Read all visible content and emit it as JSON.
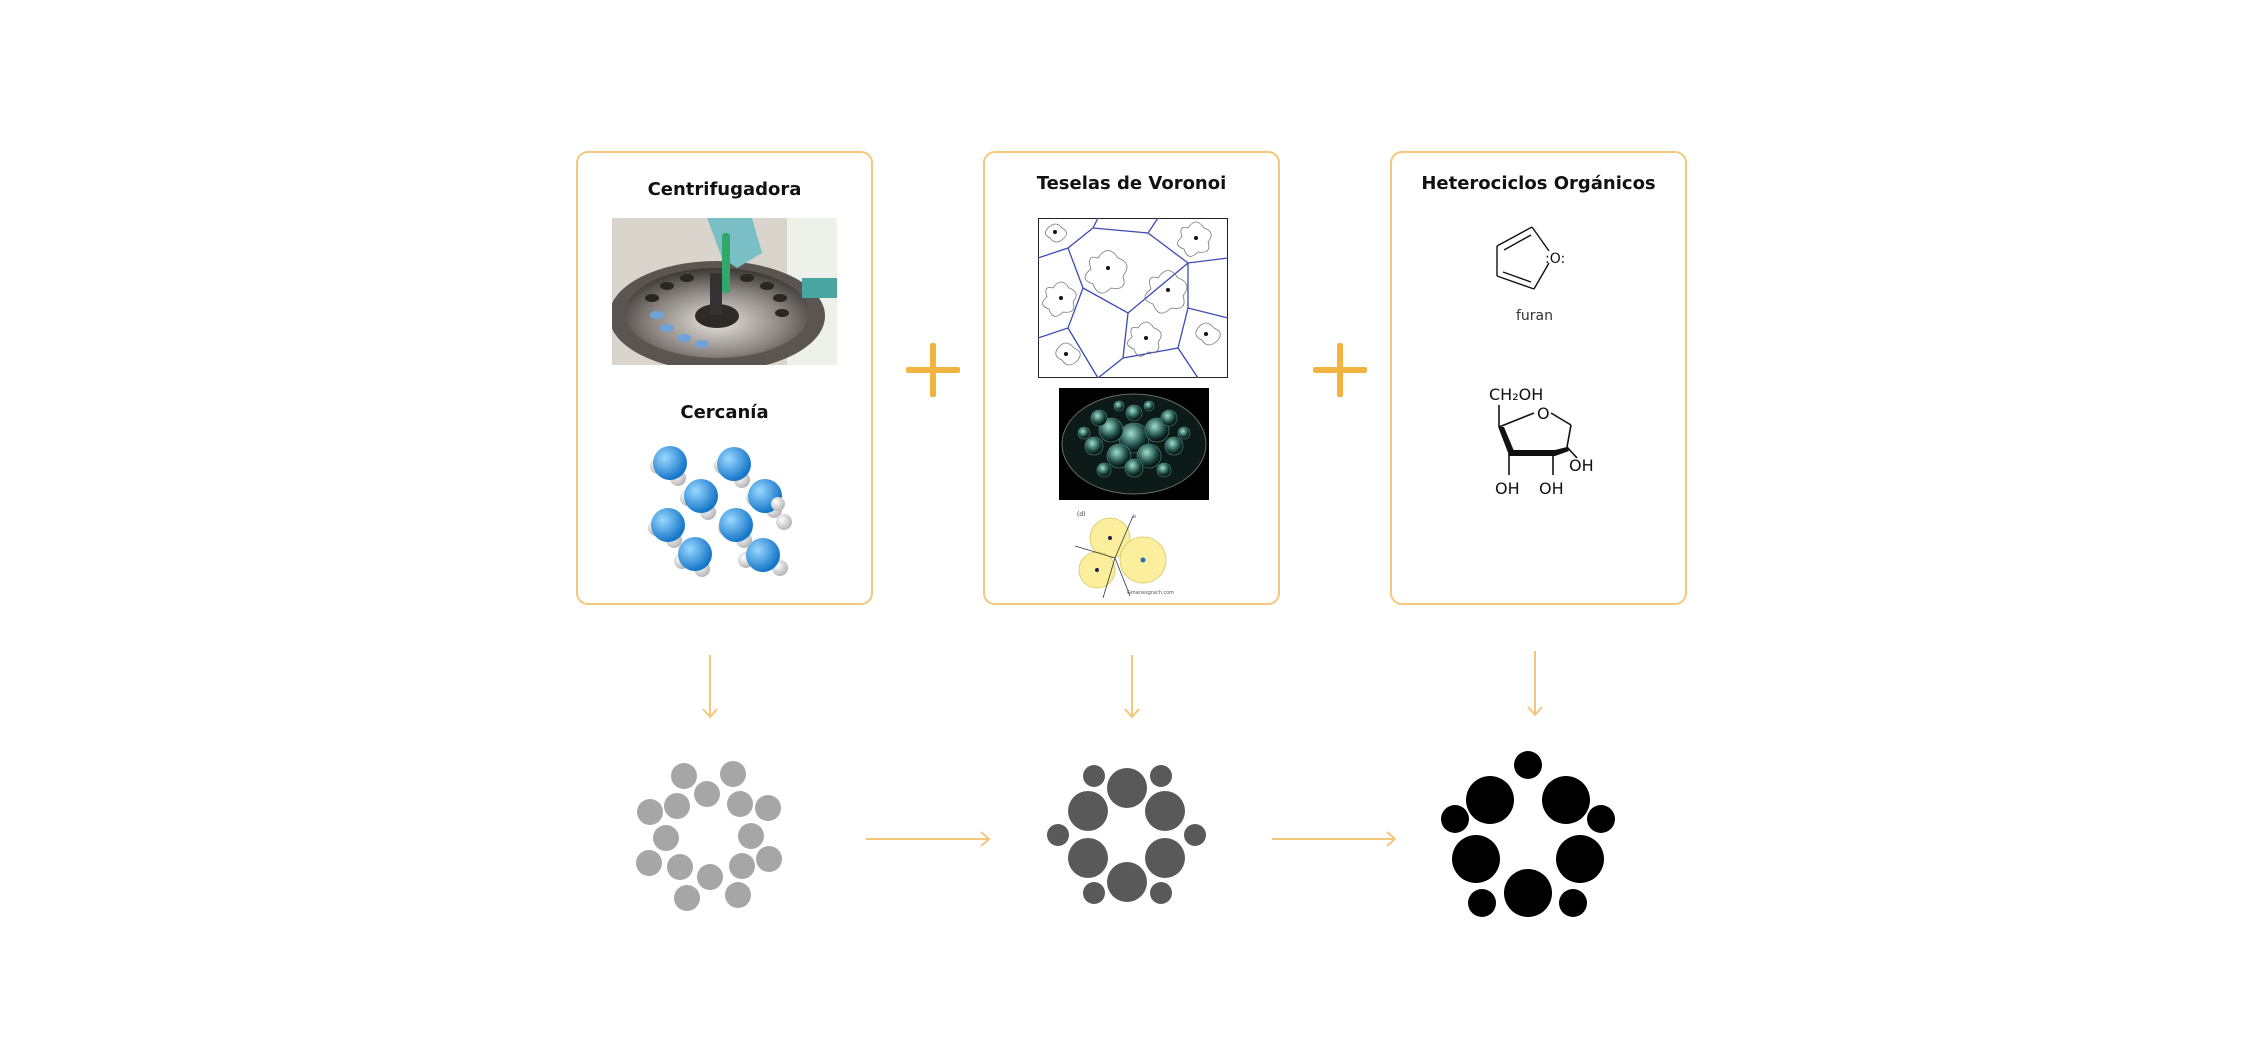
{
  "cards": [
    {
      "title": "Centrifugadora",
      "subtitle": "Cercanía"
    },
    {
      "title": "Teselas de Voronoi",
      "watermark": "Gmanesgrach.com"
    },
    {
      "title": "Heterociclos Orgánicos",
      "furan_label": "furan",
      "furan_atom": ":O:",
      "sugar_ch2oh": "CH₂OH",
      "sugar_o": "O",
      "sugar_oh": "OH"
    }
  ],
  "colors": {
    "accent": "#f2b441",
    "border": "#f5c77a",
    "stage1": "#a6a6a6",
    "stage2": "#595959",
    "stage3": "#000000"
  },
  "icons": [
    "plus-icon",
    "arrow-down-icon",
    "arrow-right-icon"
  ]
}
